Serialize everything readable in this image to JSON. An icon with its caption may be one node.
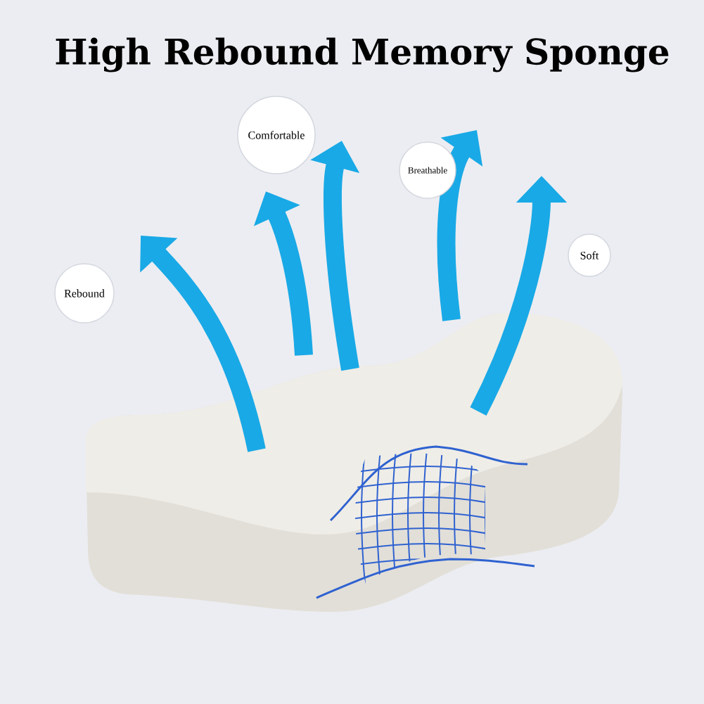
{
  "diagram": {
    "title": "High Rebound Memory Sponge",
    "nodes": [
      {
        "text": [
          "Comfortable"
        ]
      },
      {
        "text": [
          "Breathable"
        ]
      },
      {
        "text": [
          "Rebound"
        ]
      },
      {
        "text": [
          "Soft"
        ]
      }
    ]
  }
}
